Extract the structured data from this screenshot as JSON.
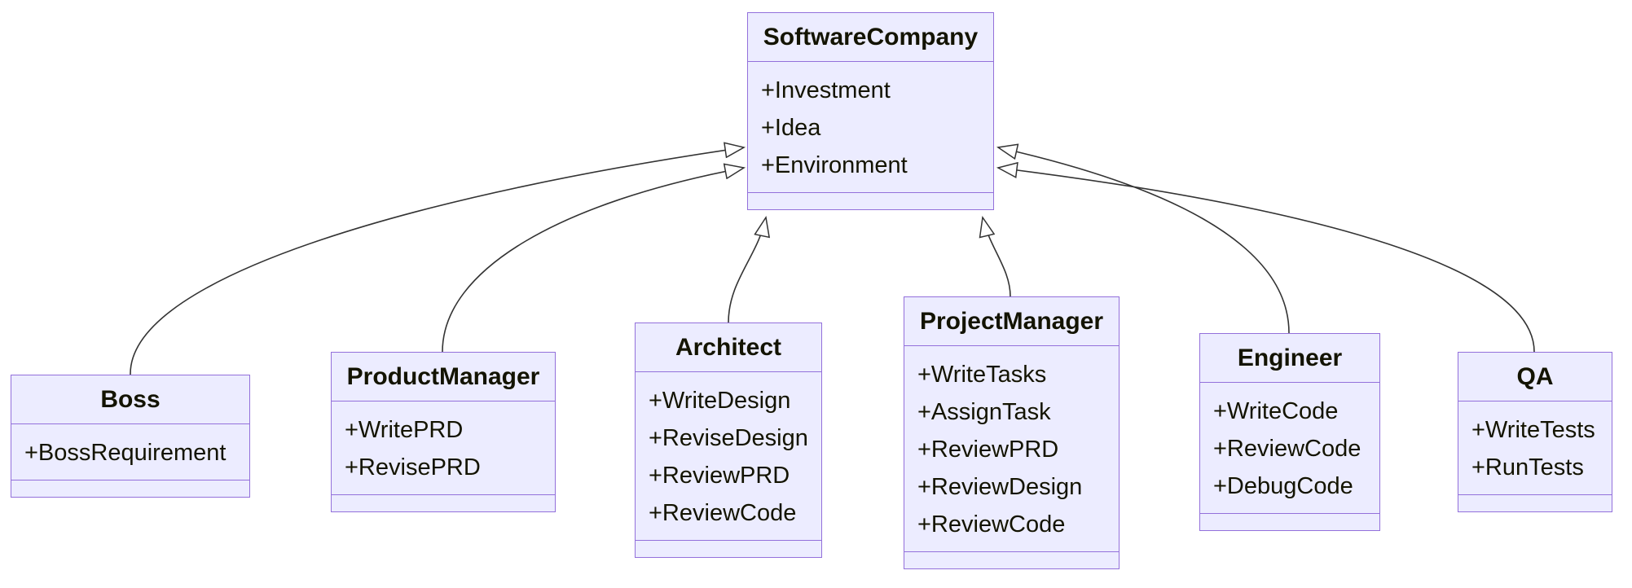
{
  "diagram": {
    "type": "uml-class-diagram",
    "relation_type": "inheritance",
    "colors": {
      "class_fill": "#ECECFF",
      "class_border": "#9370DB",
      "edge_stroke": "#333333",
      "text": "#131300",
      "background": "#ffffff"
    },
    "classes": {
      "software_company": {
        "name": "SoftwareCompany",
        "members": [
          "+Investment",
          "+Idea",
          "+Environment"
        ]
      },
      "boss": {
        "name": "Boss",
        "members": [
          "+BossRequirement"
        ]
      },
      "product_manager": {
        "name": "ProductManager",
        "members": [
          "+WritePRD",
          "+RevisePRD"
        ]
      },
      "architect": {
        "name": "Architect",
        "members": [
          "+WriteDesign",
          "+ReviseDesign",
          "+ReviewPRD",
          "+ReviewCode"
        ]
      },
      "project_manager": {
        "name": "ProjectManager",
        "members": [
          "+WriteTasks",
          "+AssignTask",
          "+ReviewPRD",
          "+ReviewDesign",
          "+ReviewCode"
        ]
      },
      "engineer": {
        "name": "Engineer",
        "members": [
          "+WriteCode",
          "+ReviewCode",
          "+DebugCode"
        ]
      },
      "qa": {
        "name": "QA",
        "members": [
          "+WriteTests",
          "+RunTests"
        ]
      }
    },
    "edges": [
      {
        "from": "Boss",
        "to": "SoftwareCompany",
        "type": "inheritance"
      },
      {
        "from": "ProductManager",
        "to": "SoftwareCompany",
        "type": "inheritance"
      },
      {
        "from": "Architect",
        "to": "SoftwareCompany",
        "type": "inheritance"
      },
      {
        "from": "ProjectManager",
        "to": "SoftwareCompany",
        "type": "inheritance"
      },
      {
        "from": "Engineer",
        "to": "SoftwareCompany",
        "type": "inheritance"
      },
      {
        "from": "QA",
        "to": "SoftwareCompany",
        "type": "inheritance"
      }
    ]
  }
}
